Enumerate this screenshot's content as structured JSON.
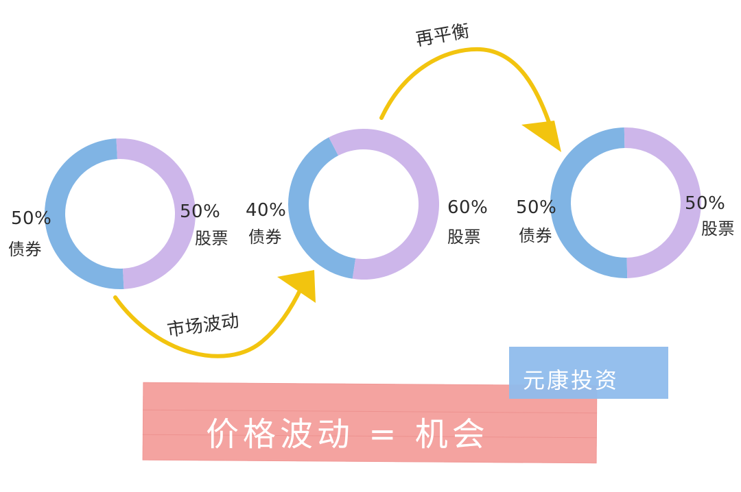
{
  "diagram": {
    "colors": {
      "bond": "#80b4e4",
      "stock": "#cdb6ea",
      "arrow": "#f2c40f",
      "banner": "#f4a3a0",
      "tag": "#8fbcec",
      "text": "#2b2b2b"
    },
    "donuts": [
      {
        "bond": {
          "value": 50,
          "percent_text": "50%",
          "name": "债券"
        },
        "stock": {
          "value": 50,
          "percent_text": "50%",
          "name": "股票"
        }
      },
      {
        "bond": {
          "value": 40,
          "percent_text": "40%",
          "name": "债券"
        },
        "stock": {
          "value": 60,
          "percent_text": "60%",
          "name": "股票"
        }
      },
      {
        "bond": {
          "value": 50,
          "percent_text": "50%",
          "name": "债券"
        },
        "stock": {
          "value": 50,
          "percent_text": "50%",
          "name": "股票"
        }
      }
    ],
    "arrows": [
      {
        "label": "市场波动"
      },
      {
        "label": "再平衡"
      }
    ],
    "banner_text": "价格波动 = 机会",
    "tag_text": "元康投资"
  }
}
